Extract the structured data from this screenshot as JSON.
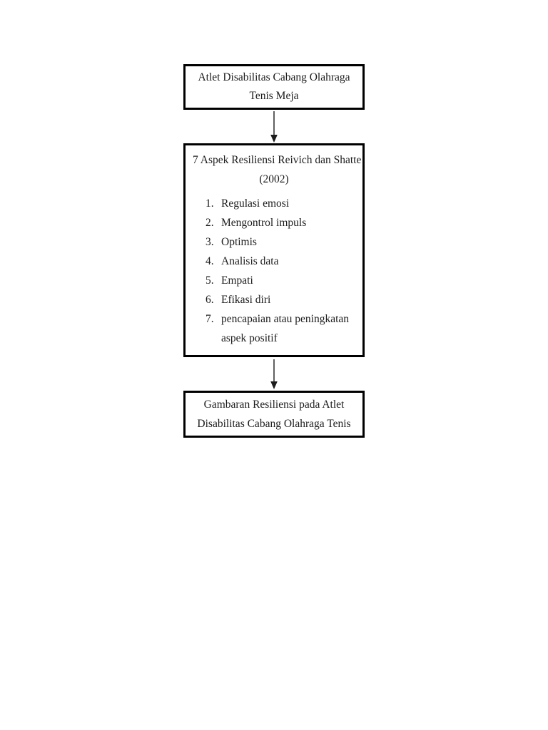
{
  "page": {
    "background": "#ffffff",
    "type": "flowchart-document-page"
  },
  "colors": {
    "box_border": "#000000",
    "text": "#1c1c1c",
    "arrow": "#1c1c1c"
  },
  "flowchart": {
    "top_box": {
      "line1": "Atlet Disabilitas Cabang Olahraga",
      "line2": "Tenis Meja"
    },
    "arrow1": "down-arrow",
    "middle_box": {
      "heading_line1": "7 Aspek Resiliensi Reivich dan Shatte",
      "heading_line2": "(2002)",
      "items": [
        {
          "num": "1.",
          "label": "Regulasi emosi"
        },
        {
          "num": "2.",
          "label": "Mengontrol impuls"
        },
        {
          "num": "3.",
          "label": "Optimis"
        },
        {
          "num": "4.",
          "label": "Analisis data"
        },
        {
          "num": "5.",
          "label": "Empati"
        },
        {
          "num": "6.",
          "label": "Efikasi diri"
        },
        {
          "num": "7.",
          "label": "pencapaian atau peningkatan aspek positif"
        }
      ]
    },
    "arrow2": "down-arrow",
    "bottom_box": {
      "line1": "Gambaran Resiliensi pada Atlet",
      "line2": "Disabilitas Cabang Olahraga Tenis"
    }
  }
}
